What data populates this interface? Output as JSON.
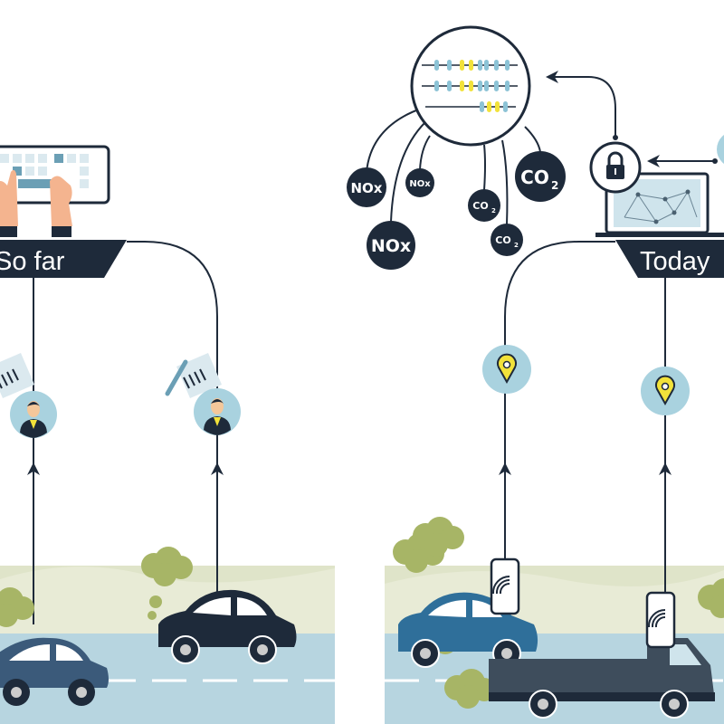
{
  "colors": {
    "navy": "#1e2a3a",
    "light_blue": "#a9d2df",
    "road": "#b7d5e0",
    "hills": "#dfe4c9",
    "smoke": "#a7b566",
    "yellow_accent": "#f2e23a",
    "skin": "#f4b48f",
    "car_blue": "#2f6f9a"
  },
  "left_panel": {
    "banner_label": "So far",
    "icons": [
      "keyboard-icon",
      "hands-icon",
      "document-pen-icon",
      "person-icon",
      "car-icon",
      "smoke-icon"
    ]
  },
  "right_panel": {
    "banner_label": "Today",
    "emission_labels": [
      {
        "text": "NOx"
      },
      {
        "text": "NOx"
      },
      {
        "text": "NOx"
      },
      {
        "text": "CO",
        "sub": "2"
      },
      {
        "text": "CO",
        "sub": "2"
      },
      {
        "text": "CO",
        "sub": "2"
      }
    ],
    "icons": [
      "data-circle-icon",
      "lock-icon",
      "laptop-network-icon",
      "location-pin-icon",
      "smartphone-signal-icon",
      "car-icon",
      "truck-icon",
      "smoke-icon"
    ]
  }
}
